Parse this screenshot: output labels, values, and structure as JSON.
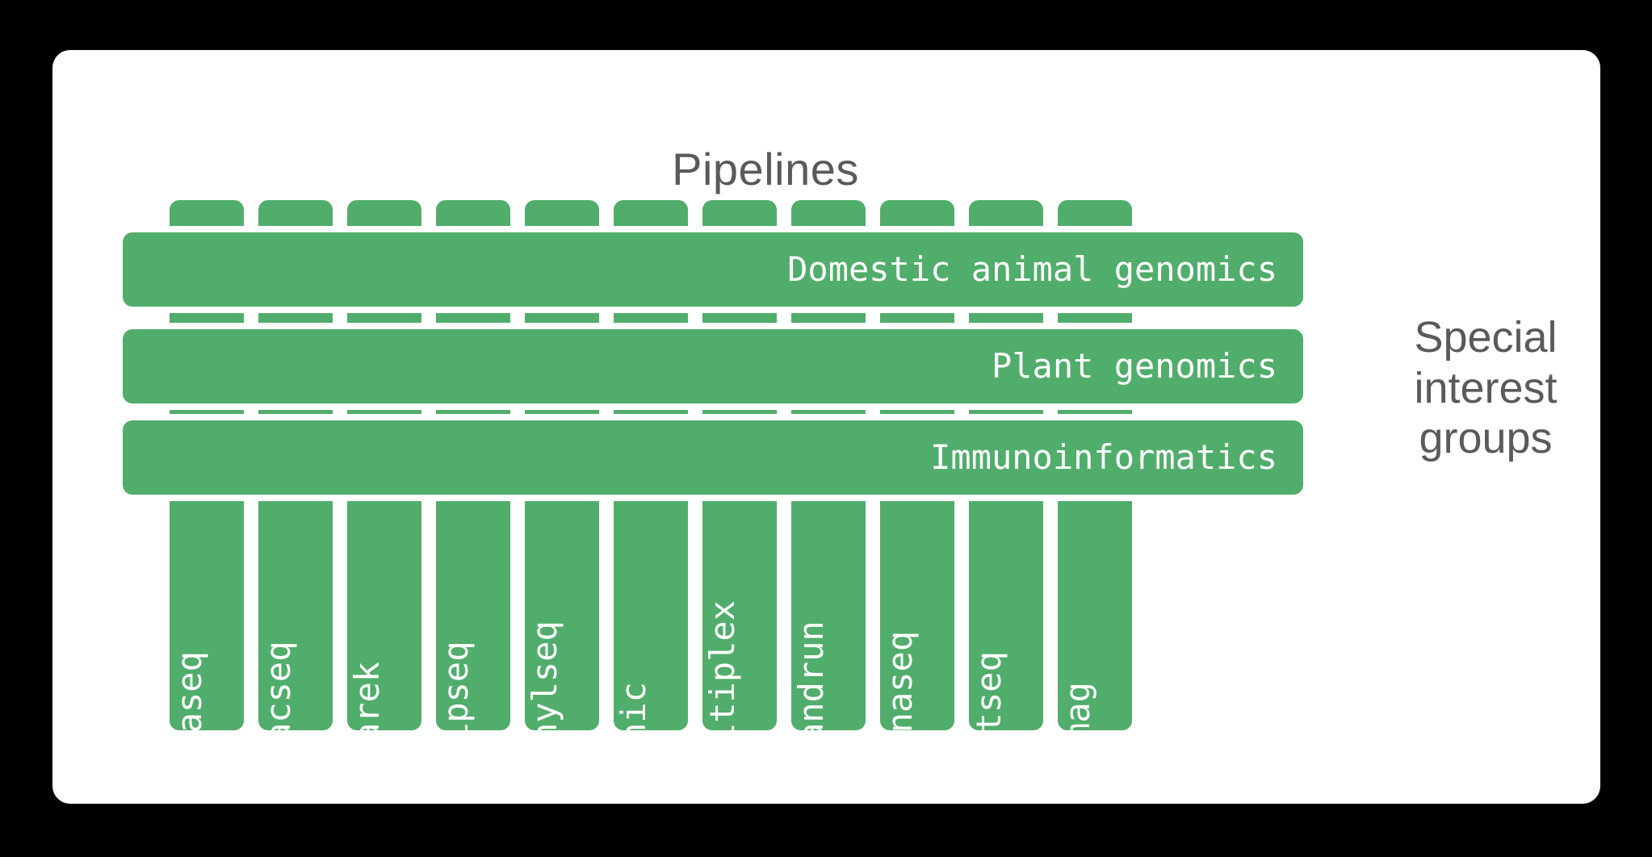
{
  "theme": {
    "background": "#000000",
    "card_background": "#ffffff",
    "accent_green": "#51ad6b",
    "text_gray": "#5a5a5a",
    "label_white": "#ffffff"
  },
  "header": {
    "title": "Pipelines"
  },
  "right_caption": {
    "lines": [
      "Special",
      "interest",
      "groups"
    ],
    "full_text": "Special interest groups"
  },
  "chart_data": {
    "type": "diagram",
    "title": "Pipelines",
    "description": "Grid diagram: 11 vertical pipeline columns crossed by 3 horizontal special-interest-group bars",
    "columns_label": "Pipelines",
    "rows_label": "Special interest groups",
    "columns": [
      "rnaseq",
      "atacseq",
      "sarek",
      "chipseq",
      "methylseq",
      "hic",
      "demultiplex",
      "cutandrun",
      "smrnaseq",
      "hgtseq",
      "mag"
    ],
    "rows": [
      "Domestic animal genomics",
      "Plant genomics",
      "Immunoinformatics"
    ]
  },
  "pipelines": [
    {
      "name": "rnaseq"
    },
    {
      "name": "atacseq"
    },
    {
      "name": "sarek"
    },
    {
      "name": "chipseq"
    },
    {
      "name": "methylseq"
    },
    {
      "name": "hic"
    },
    {
      "name": "demultiplex"
    },
    {
      "name": "cutandrun"
    },
    {
      "name": "smrnaseq"
    },
    {
      "name": "hgtseq"
    },
    {
      "name": "mag"
    }
  ],
  "special_interest_groups": [
    {
      "name": "Domestic animal genomics"
    },
    {
      "name": "Plant genomics"
    },
    {
      "name": "Immunoinformatics"
    }
  ]
}
